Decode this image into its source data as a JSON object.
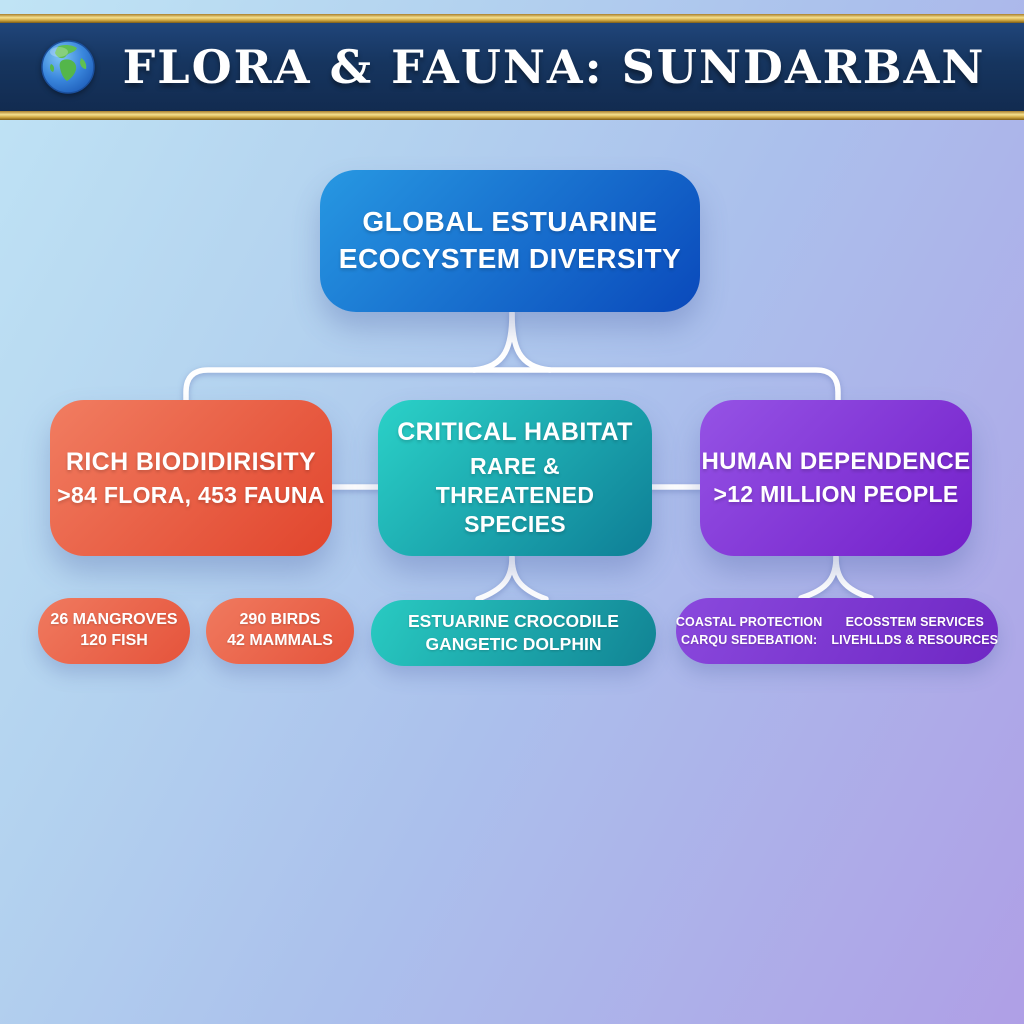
{
  "header": {
    "title": "FLORA & FAUNA: SUNDARBAN"
  },
  "tree": {
    "root": {
      "line1": "GLOBAL ESTUARINE",
      "line2": "ECOCYSTEM DIVERSITY"
    },
    "branch_biodiversity": {
      "title": "RICH BIODIDIRISITY",
      "subtitle": ">84 FLORA, 453 FAUNA"
    },
    "branch_habitat": {
      "title": "CRITICAL HABITAT",
      "subtitle": "RARE & THREATENED SPECIES"
    },
    "branch_dependence": {
      "title": "HUMAN DEPENDENCE",
      "subtitle": ">12 MILLION PEOPLE"
    },
    "leaf_mangroves": {
      "line1": "26 MANGROVES",
      "line2": "120 FISH"
    },
    "leaf_birds": {
      "line1": "290 BIRDS",
      "line2": "42 MAMMALS"
    },
    "leaf_species": {
      "line1": "ESTUARINE CROCODILE",
      "line2": "GANGETIC DOLPHIN"
    },
    "leaf_services": {
      "col1_line1": "COASTAL PROTECTION",
      "col1_line2": "CARQU SEDEBATION:",
      "col2_line1": "ECOSSTEM SERVICES",
      "col2_line2": "LIVEHLLDS & RESOURCES"
    }
  },
  "colors": {
    "header_band": "#16355f",
    "gold_trim": "#e9c763",
    "root_gradient_start": "#2798e2",
    "root_gradient_end": "#0a49bb",
    "red_gradient_start": "#f17d61",
    "red_gradient_end": "#e1452d",
    "teal_gradient_start": "#2bd2c8",
    "teal_gradient_end": "#0e7e96",
    "purple_gradient_start": "#9553e5",
    "purple_gradient_end": "#731fc9",
    "background_start": "#c0e4f5",
    "background_end": "#af9fe6",
    "connector": "#ffffff"
  }
}
